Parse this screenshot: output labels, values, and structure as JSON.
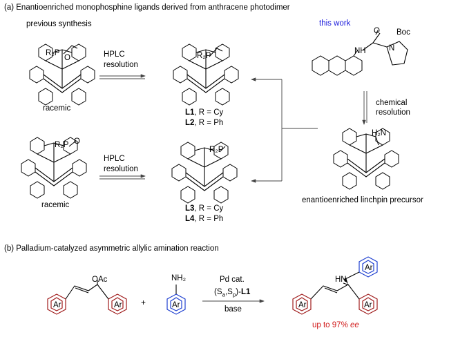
{
  "part_a": {
    "title": "(a) Enantioenriched monophosphine ligands derived from anthracene photodimer",
    "prev_synthesis": "previous synthesis",
    "this_work": "this work",
    "hplc_top": "HPLC",
    "resolution_top": "resolution",
    "hplc_bottom": "HPLC",
    "resolution_bottom": "resolution",
    "racemic_top": "racemic",
    "racemic_bottom": "racemic",
    "chemical": "chemical",
    "chemical_resolution": "resolution",
    "precursor": "enantioenriched linchpin precursor",
    "ligands": [
      {
        "id": "L1",
        "desc": ", R = Cy"
      },
      {
        "id": "L2",
        "desc": ", R = Ph"
      },
      {
        "id": "L3",
        "desc": ", R = Cy"
      },
      {
        "id": "L4",
        "desc": ", R = Ph"
      }
    ],
    "atoms": {
      "r2p": "R₂P",
      "o": "O",
      "nh": "NH",
      "n": "N",
      "boc": "Boc",
      "h2n": "H₂N"
    }
  },
  "part_b": {
    "title": "(b) Palladium-catalyzed asymmetric allylic amination reaction",
    "oac": "OAc",
    "ar": "Ar",
    "nh2": "NH₂",
    "hn": "HN",
    "plus": "+",
    "pd_cat": "Pd cat.",
    "catalyst_prefix": "(S",
    "catalyst_a": "a",
    "catalyst_mid": ",S",
    "catalyst_p": "p",
    "catalyst_suffix": ")-",
    "catalyst_ligand": "L1",
    "base": "base",
    "yield": "up to 97% ",
    "ee": "ee"
  },
  "colors": {
    "red_ring": "#a01c1c",
    "blue_ring": "#1e3fd0",
    "phosphorus": "#d01818",
    "text_blue": "#1a1adb"
  }
}
